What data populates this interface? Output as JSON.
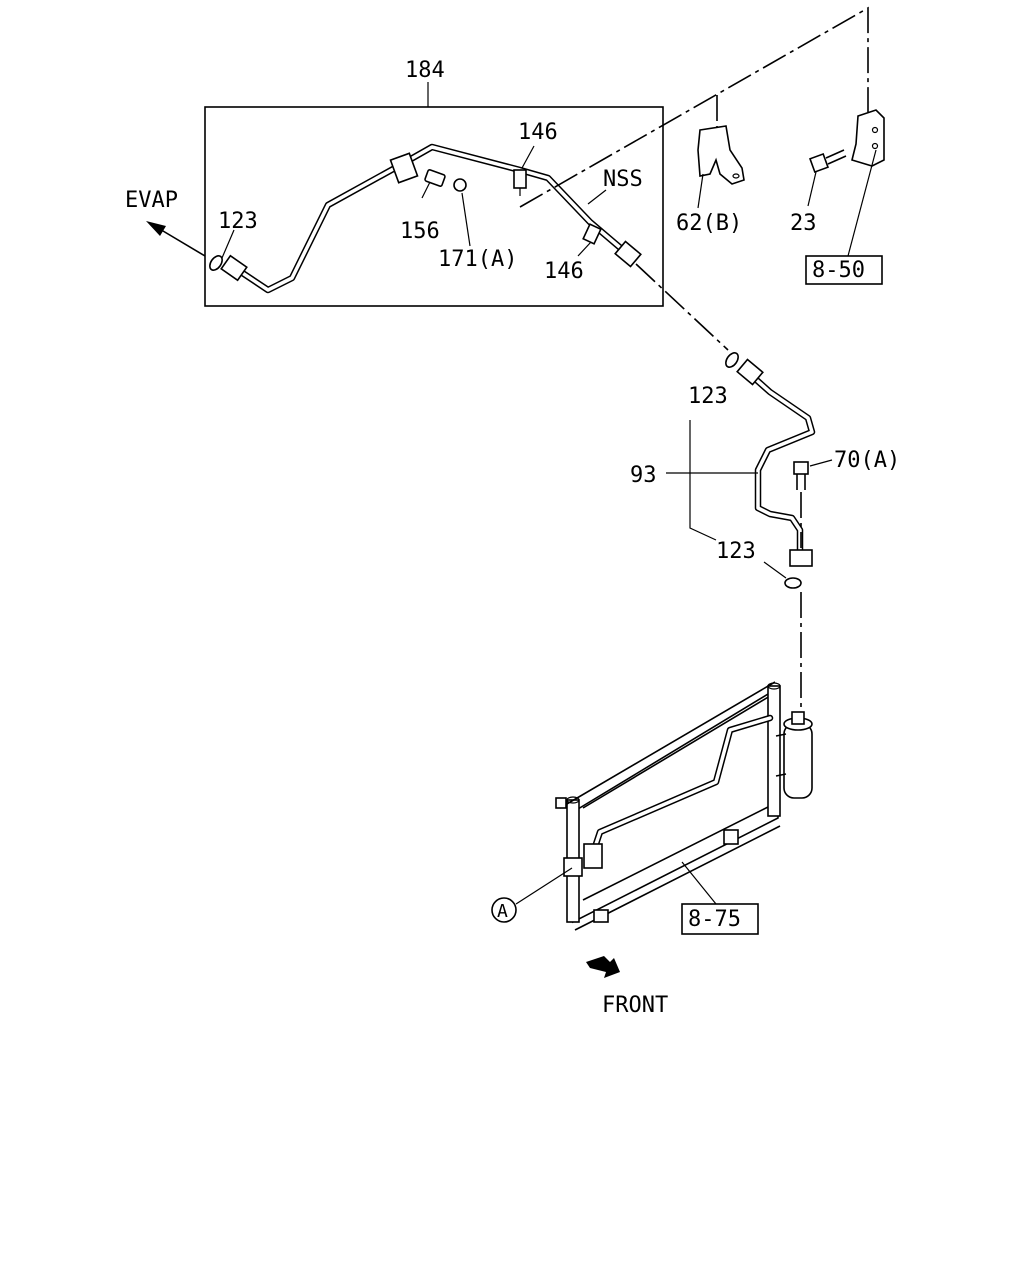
{
  "labels": {
    "l184": "184",
    "l146a": "146",
    "l146b": "146",
    "nss": "NSS",
    "evap": "EVAP",
    "l123a": "123",
    "l123b": "123",
    "l123c": "123",
    "l156": "156",
    "l171a": "171(A)",
    "l62b": "62(B)",
    "l23": "23",
    "ref850": "8-50",
    "l93": "93",
    "l70a": "70(A)",
    "circleA": "A",
    "ref875": "8-75",
    "front": "FRONT"
  }
}
